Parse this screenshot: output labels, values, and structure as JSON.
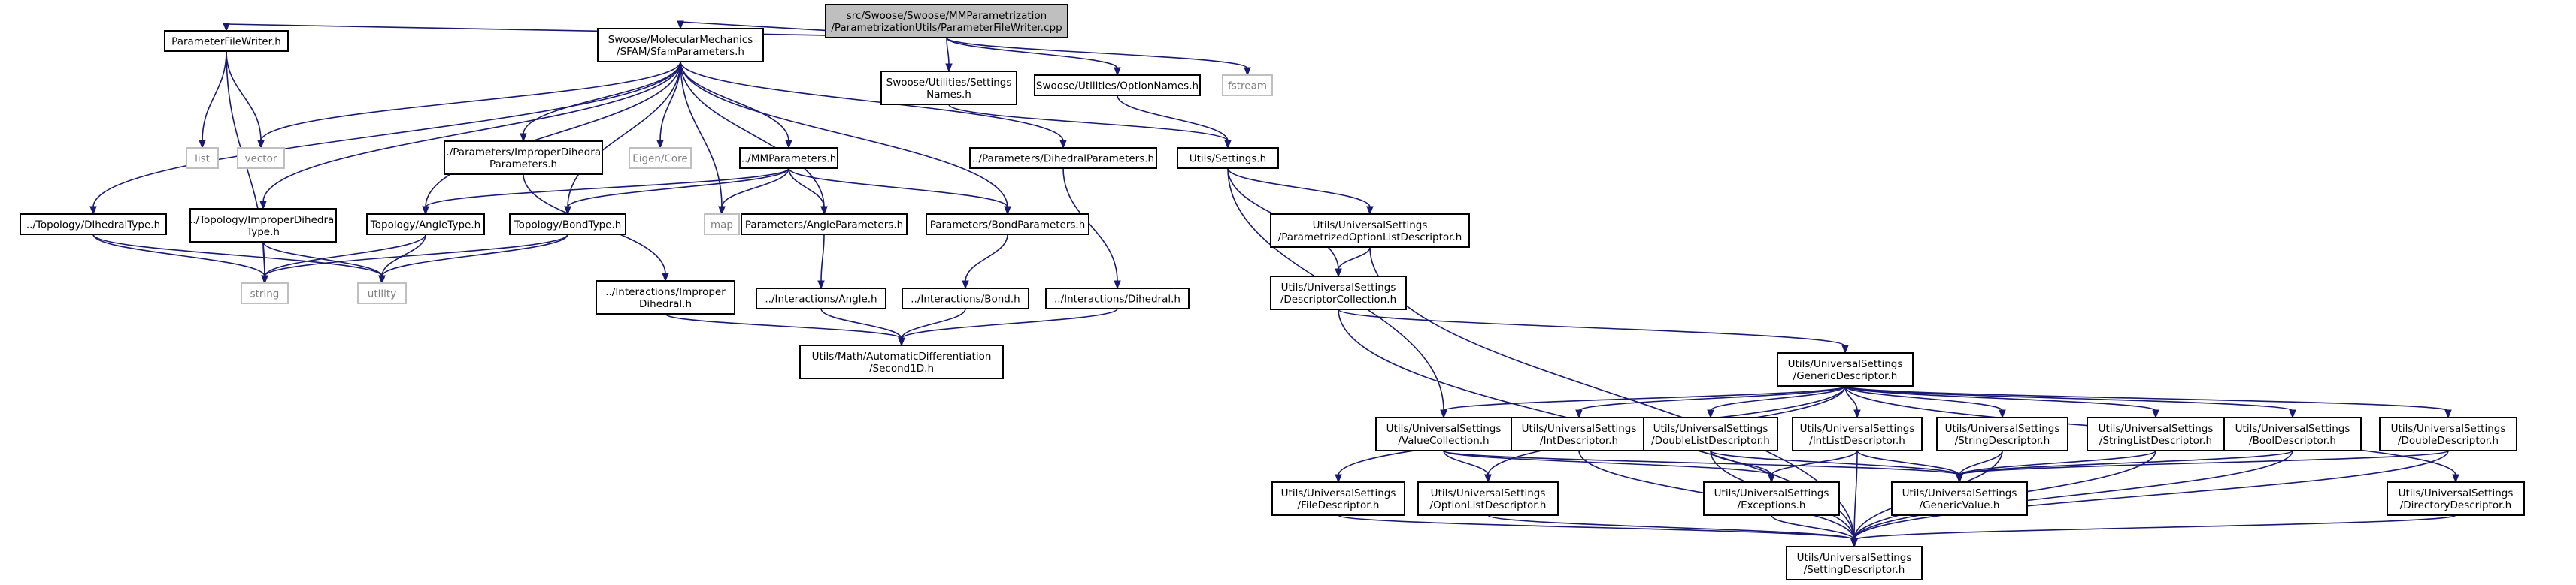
{
  "graph": {
    "edge_color": "#191970",
    "root_fill": "#bfbfbf",
    "external_border": "#bfbfbf",
    "external_text": "#7f7f7f",
    "nodes": [
      {
        "id": "root",
        "kind": "root",
        "lines": [
          "src/Swoose/Swoose/MMParametrization",
          "/ParametrizationUtils/ParameterFileWriter.cpp"
        ]
      },
      {
        "id": "pfw",
        "kind": "solid",
        "lines": [
          "ParameterFileWriter.h"
        ]
      },
      {
        "id": "sfam",
        "kind": "solid",
        "lines": [
          "Swoose/MolecularMechanics",
          "/SFAM/SfamParameters.h"
        ]
      },
      {
        "id": "settingsnames",
        "kind": "solid",
        "lines": [
          "Swoose/Utilities/Settings",
          "Names.h"
        ]
      },
      {
        "id": "optionnames",
        "kind": "solid",
        "lines": [
          "Swoose/Utilities/OptionNames.h"
        ]
      },
      {
        "id": "fstream",
        "kind": "external",
        "lines": [
          "fstream"
        ]
      },
      {
        "id": "list",
        "kind": "external",
        "lines": [
          "list"
        ]
      },
      {
        "id": "vector",
        "kind": "external",
        "lines": [
          "vector"
        ]
      },
      {
        "id": "eigen",
        "kind": "external",
        "lines": [
          "Eigen/Core"
        ]
      },
      {
        "id": "map",
        "kind": "external",
        "lines": [
          "map"
        ]
      },
      {
        "id": "string",
        "kind": "external",
        "lines": [
          "string"
        ]
      },
      {
        "id": "utility",
        "kind": "external",
        "lines": [
          "utility"
        ]
      },
      {
        "id": "improperparams",
        "kind": "solid",
        "lines": [
          "../Parameters/ImproperDihedral",
          "Parameters.h"
        ]
      },
      {
        "id": "mmparams",
        "kind": "solid",
        "lines": [
          "../MMParameters.h"
        ]
      },
      {
        "id": "dihedralparams",
        "kind": "solid",
        "lines": [
          "../Parameters/DihedralParameters.h"
        ]
      },
      {
        "id": "dihedraltype",
        "kind": "solid",
        "lines": [
          "../Topology/DihedralType.h"
        ]
      },
      {
        "id": "improperdihedraltype",
        "kind": "solid",
        "lines": [
          "../Topology/ImproperDihedral",
          "Type.h"
        ]
      },
      {
        "id": "angletype",
        "kind": "solid",
        "lines": [
          "Topology/AngleType.h"
        ]
      },
      {
        "id": "bondtype",
        "kind": "solid",
        "lines": [
          "Topology/BondType.h"
        ]
      },
      {
        "id": "angleparams",
        "kind": "solid",
        "lines": [
          "Parameters/AngleParameters.h"
        ]
      },
      {
        "id": "bondparams",
        "kind": "solid",
        "lines": [
          "Parameters/BondParameters.h"
        ]
      },
      {
        "id": "interimproper",
        "kind": "solid",
        "lines": [
          "../Interactions/Improper",
          "Dihedral.h"
        ]
      },
      {
        "id": "interangle",
        "kind": "solid",
        "lines": [
          "../Interactions/Angle.h"
        ]
      },
      {
        "id": "interbond",
        "kind": "solid",
        "lines": [
          "../Interactions/Bond.h"
        ]
      },
      {
        "id": "interdihedral",
        "kind": "solid",
        "lines": [
          "../Interactions/Dihedral.h"
        ]
      },
      {
        "id": "autodiff",
        "kind": "solid",
        "lines": [
          "Utils/Math/AutomaticDifferentiation",
          "/Second1D.h"
        ]
      },
      {
        "id": "settings",
        "kind": "solid",
        "lines": [
          "Utils/Settings.h"
        ]
      },
      {
        "id": "paramoptlist",
        "kind": "solid",
        "lines": [
          "Utils/UniversalSettings",
          "/ParametrizedOptionListDescriptor.h"
        ]
      },
      {
        "id": "descriptorcoll",
        "kind": "solid",
        "lines": [
          "Utils/UniversalSettings",
          "/DescriptorCollection.h"
        ]
      },
      {
        "id": "genericdesc",
        "kind": "solid",
        "lines": [
          "Utils/UniversalSettings",
          "/GenericDescriptor.h"
        ]
      },
      {
        "id": "valuecoll",
        "kind": "solid",
        "lines": [
          "Utils/UniversalSettings",
          "/ValueCollection.h"
        ]
      },
      {
        "id": "intdesc",
        "kind": "solid",
        "lines": [
          "Utils/UniversalSettings",
          "/IntDescriptor.h"
        ]
      },
      {
        "id": "doublelistdesc",
        "kind": "solid",
        "lines": [
          "Utils/UniversalSettings",
          "/DoubleListDescriptor.h"
        ]
      },
      {
        "id": "intlistdesc",
        "kind": "solid",
        "lines": [
          "Utils/UniversalSettings",
          "/IntListDescriptor.h"
        ]
      },
      {
        "id": "stringdesc",
        "kind": "solid",
        "lines": [
          "Utils/UniversalSettings",
          "/StringDescriptor.h"
        ]
      },
      {
        "id": "stringlistdesc",
        "kind": "solid",
        "lines": [
          "Utils/UniversalSettings",
          "/StringListDescriptor.h"
        ]
      },
      {
        "id": "booldesc",
        "kind": "solid",
        "lines": [
          "Utils/UniversalSettings",
          "/BoolDescriptor.h"
        ]
      },
      {
        "id": "doubledesc",
        "kind": "solid",
        "lines": [
          "Utils/UniversalSettings",
          "/DoubleDescriptor.h"
        ]
      },
      {
        "id": "filedesc",
        "kind": "solid",
        "lines": [
          "Utils/UniversalSettings",
          "/FileDescriptor.h"
        ]
      },
      {
        "id": "optlistdesc",
        "kind": "solid",
        "lines": [
          "Utils/UniversalSettings",
          "/OptionListDescriptor.h"
        ]
      },
      {
        "id": "exceptions",
        "kind": "solid",
        "lines": [
          "Utils/UniversalSettings",
          "/Exceptions.h"
        ]
      },
      {
        "id": "genericvalue",
        "kind": "solid",
        "lines": [
          "Utils/UniversalSettings",
          "/GenericValue.h"
        ]
      },
      {
        "id": "directorydesc",
        "kind": "solid",
        "lines": [
          "Utils/UniversalSettings",
          "/DirectoryDescriptor.h"
        ]
      },
      {
        "id": "settingdesc",
        "kind": "solid",
        "lines": [
          "Utils/UniversalSettings",
          "/SettingDescriptor.h"
        ]
      }
    ],
    "edges": [
      [
        "root",
        "pfw"
      ],
      [
        "root",
        "sfam"
      ],
      [
        "root",
        "settingsnames"
      ],
      [
        "root",
        "optionnames"
      ],
      [
        "root",
        "fstream"
      ],
      [
        "pfw",
        "list"
      ],
      [
        "pfw",
        "vector"
      ],
      [
        "pfw",
        "string"
      ],
      [
        "sfam",
        "vector"
      ],
      [
        "sfam",
        "eigen"
      ],
      [
        "sfam",
        "map"
      ],
      [
        "sfam",
        "improperparams"
      ],
      [
        "sfam",
        "mmparams"
      ],
      [
        "sfam",
        "dihedralparams"
      ],
      [
        "sfam",
        "dihedraltype"
      ],
      [
        "sfam",
        "improperdihedraltype"
      ],
      [
        "sfam",
        "angletype"
      ],
      [
        "sfam",
        "bondtype"
      ],
      [
        "sfam",
        "angleparams"
      ],
      [
        "sfam",
        "bondparams"
      ],
      [
        "settingsnames",
        "settings"
      ],
      [
        "optionnames",
        "settings"
      ],
      [
        "mmparams",
        "map"
      ],
      [
        "mmparams",
        "angletype"
      ],
      [
        "mmparams",
        "bondtype"
      ],
      [
        "mmparams",
        "angleparams"
      ],
      [
        "mmparams",
        "bondparams"
      ],
      [
        "improperparams",
        "interimproper"
      ],
      [
        "dihedralparams",
        "interdihedral"
      ],
      [
        "dihedraltype",
        "string"
      ],
      [
        "dihedraltype",
        "utility"
      ],
      [
        "improperdihedraltype",
        "string"
      ],
      [
        "improperdihedraltype",
        "utility"
      ],
      [
        "angletype",
        "string"
      ],
      [
        "angletype",
        "utility"
      ],
      [
        "bondtype",
        "string"
      ],
      [
        "bondtype",
        "utility"
      ],
      [
        "angleparams",
        "interangle"
      ],
      [
        "bondparams",
        "interbond"
      ],
      [
        "interimproper",
        "autodiff"
      ],
      [
        "interangle",
        "autodiff"
      ],
      [
        "interbond",
        "autodiff"
      ],
      [
        "interdihedral",
        "autodiff"
      ],
      [
        "settings",
        "paramoptlist"
      ],
      [
        "settings",
        "descriptorcoll"
      ],
      [
        "settings",
        "valuecoll"
      ],
      [
        "paramoptlist",
        "descriptorcoll"
      ],
      [
        "paramoptlist",
        "settingdesc"
      ],
      [
        "descriptorcoll",
        "genericdesc"
      ],
      [
        "descriptorcoll",
        "settingdesc"
      ],
      [
        "genericdesc",
        "valuecoll"
      ],
      [
        "genericdesc",
        "intdesc"
      ],
      [
        "genericdesc",
        "doublelistdesc"
      ],
      [
        "genericdesc",
        "intlistdesc"
      ],
      [
        "genericdesc",
        "stringdesc"
      ],
      [
        "genericdesc",
        "stringlistdesc"
      ],
      [
        "genericdesc",
        "booldesc"
      ],
      [
        "genericdesc",
        "doubledesc"
      ],
      [
        "genericdesc",
        "filedesc"
      ],
      [
        "genericdesc",
        "optlistdesc"
      ],
      [
        "genericdesc",
        "directorydesc"
      ],
      [
        "valuecoll",
        "optlistdesc"
      ],
      [
        "valuecoll",
        "exceptions"
      ],
      [
        "valuecoll",
        "genericvalue"
      ],
      [
        "intdesc",
        "settingdesc"
      ],
      [
        "doublelistdesc",
        "exceptions"
      ],
      [
        "doublelistdesc",
        "genericvalue"
      ],
      [
        "doublelistdesc",
        "settingdesc"
      ],
      [
        "intlistdesc",
        "exceptions"
      ],
      [
        "intlistdesc",
        "genericvalue"
      ],
      [
        "intlistdesc",
        "settingdesc"
      ],
      [
        "stringdesc",
        "genericvalue"
      ],
      [
        "stringdesc",
        "settingdesc"
      ],
      [
        "stringlistdesc",
        "genericvalue"
      ],
      [
        "stringlistdesc",
        "settingdesc"
      ],
      [
        "booldesc",
        "genericvalue"
      ],
      [
        "booldesc",
        "settingdesc"
      ],
      [
        "doubledesc",
        "genericvalue"
      ],
      [
        "doubledesc",
        "settingdesc"
      ],
      [
        "filedesc",
        "settingdesc"
      ],
      [
        "optlistdesc",
        "settingdesc"
      ],
      [
        "exceptions",
        "settingdesc"
      ],
      [
        "directorydesc",
        "settingdesc"
      ]
    ]
  }
}
